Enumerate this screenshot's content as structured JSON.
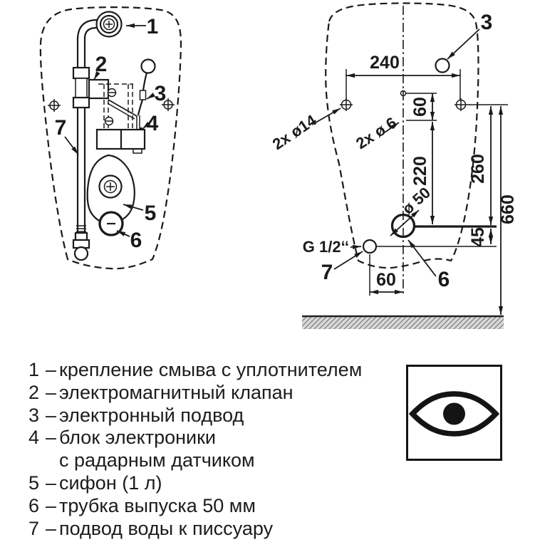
{
  "document": {
    "kind": "urinal installation diagram",
    "background": "#ffffff",
    "line_color": "#1a1a1a",
    "floor_fill": "#d9d9d9",
    "floor_hatch": "#7f7f7f"
  },
  "left_view": {
    "label_1": "1",
    "label_2": "2",
    "label_3": "3",
    "label_4": "4",
    "label_5": "5",
    "label_6": "6",
    "label_7": "7"
  },
  "right_view": {
    "label_3": "3",
    "label_6": "6",
    "label_7": "7",
    "dim_240": "240",
    "dim_60_top": "60",
    "dim_220": "220",
    "dim_260": "260",
    "dim_660": "660",
    "dim_45": "45",
    "dim_60_bottom": "60",
    "holes_label_14": "2x ø14",
    "holes_label_6": "2x ø 6",
    "outlet_label": "ø 50",
    "thread_label": "G 1/2‘‘"
  },
  "legend": {
    "items": [
      {
        "num": "1",
        "dash": "–",
        "text": "крепление смыва с уплотнителем"
      },
      {
        "num": "2",
        "dash": "–",
        "text": "электромагнитный клапан"
      },
      {
        "num": "3",
        "dash": "–",
        "text": "электронный подвод"
      },
      {
        "num": "4",
        "dash": "–",
        "text": "блок электроники"
      },
      {
        "num": "",
        "dash": "",
        "text": "с радарным датчиком"
      },
      {
        "num": "5",
        "dash": "–",
        "text": "сифон (1 л)"
      },
      {
        "num": "6",
        "dash": "–",
        "text": "трубка выпуска 50 мм"
      },
      {
        "num": "7",
        "dash": "–",
        "text": "подвод воды к писсуару"
      }
    ]
  },
  "eye_panel": {
    "icon": "eye"
  }
}
